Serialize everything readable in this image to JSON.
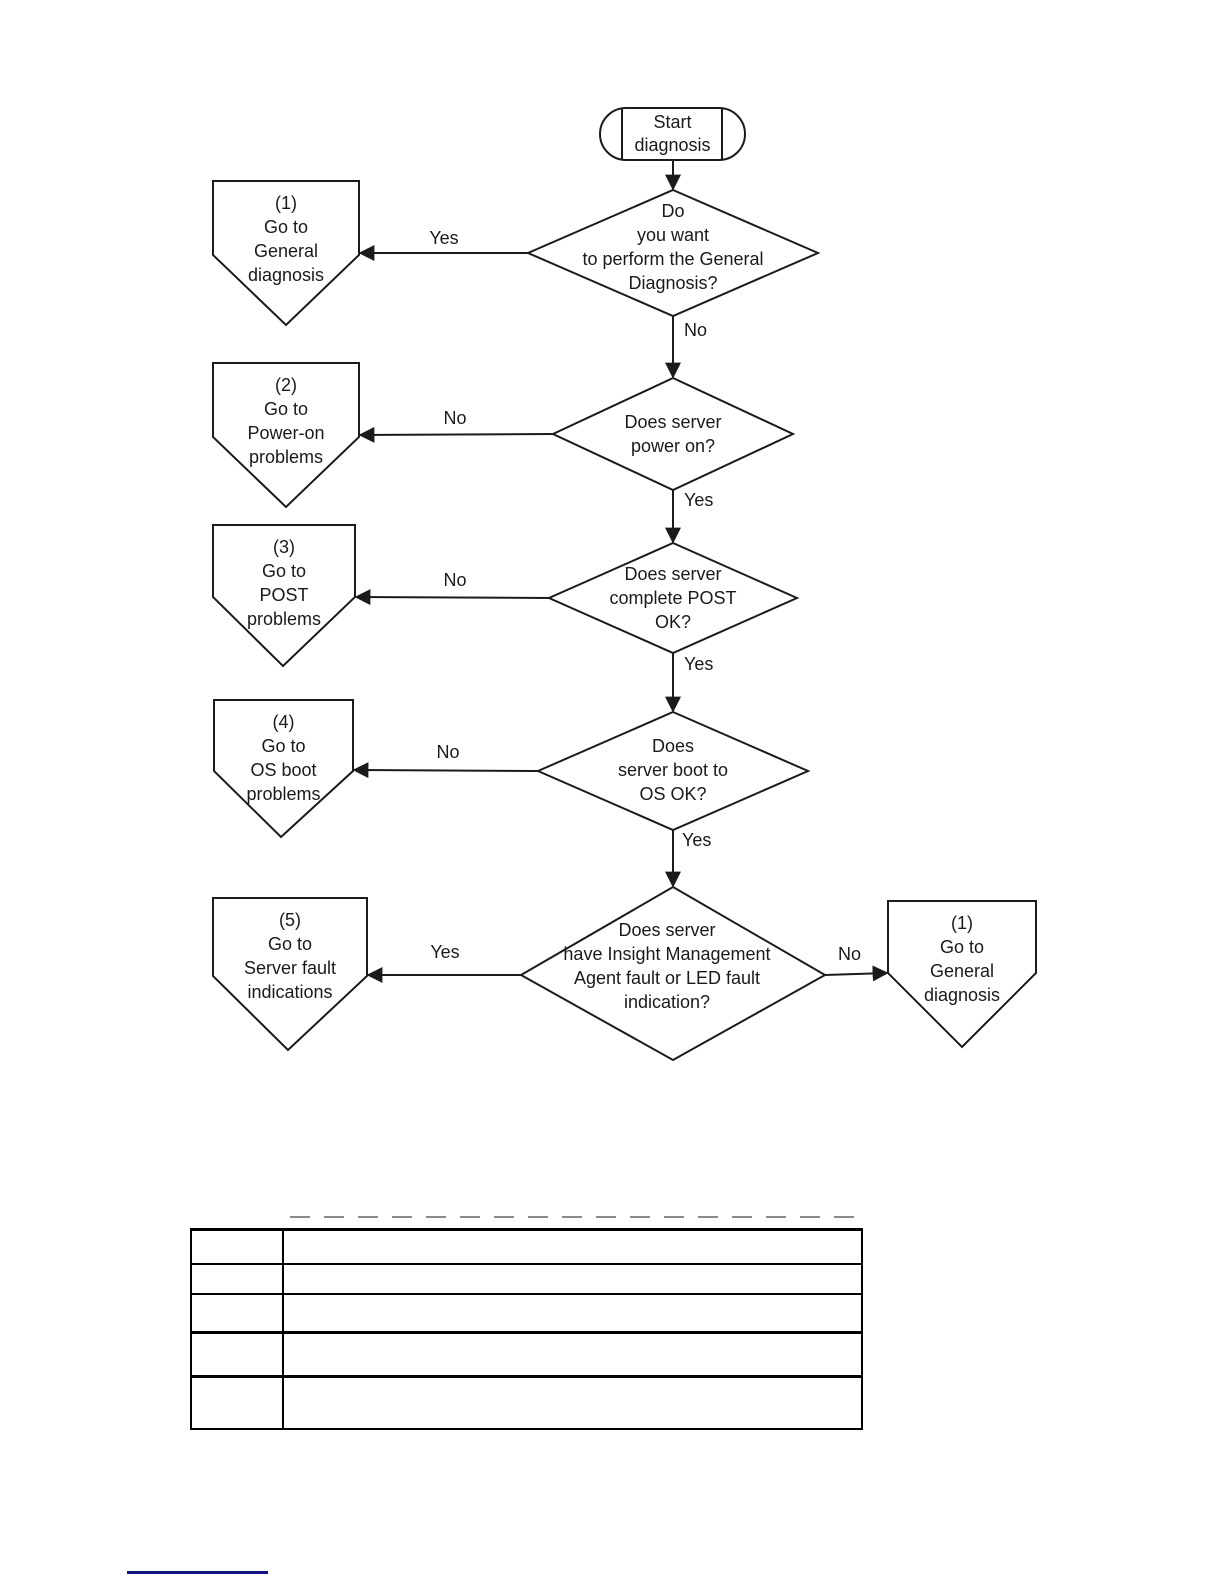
{
  "flowchart": {
    "start": {
      "label": "Start\ndiagnosis"
    },
    "decisions": [
      {
        "label": "Do\nyou want\nto perform the General\nDiagnosis?"
      },
      {
        "label": "Does server\npower on?"
      },
      {
        "label": "Does server\ncomplete POST\nOK?"
      },
      {
        "label": "Does\nserver boot to\nOS OK?"
      },
      {
        "label": "Does server\nhave Insight Management\nAgent fault or LED fault\nindication?"
      }
    ],
    "offpage": [
      {
        "label": "(1)\nGo to\nGeneral\ndiagnosis"
      },
      {
        "label": "(2)\nGo to\nPower-on\nproblems"
      },
      {
        "label": "(3)\nGo to\nPOST\nproblems"
      },
      {
        "label": "(4)\nGo to\nOS boot\nproblems"
      },
      {
        "label": "(5)\nGo to\nServer fault\nindications"
      },
      {
        "label": "(1)\nGo to\nGeneral\ndiagnosis"
      }
    ],
    "edge_labels": {
      "d1_yes": "Yes",
      "d1_no": "No",
      "d2_no": "No",
      "d2_yes": "Yes",
      "d3_no": "No",
      "d3_yes": "Yes",
      "d4_no": "No",
      "d4_yes": "Yes",
      "d5_yes": "Yes",
      "d5_no": "No"
    },
    "line_color": "#1b1b1b"
  },
  "table": {
    "rows": [
      [
        "",
        ""
      ],
      [
        "",
        ""
      ],
      [
        "",
        ""
      ],
      [
        "",
        ""
      ],
      [
        "",
        ""
      ]
    ]
  },
  "footer": {
    "divider_color": "#121280"
  }
}
